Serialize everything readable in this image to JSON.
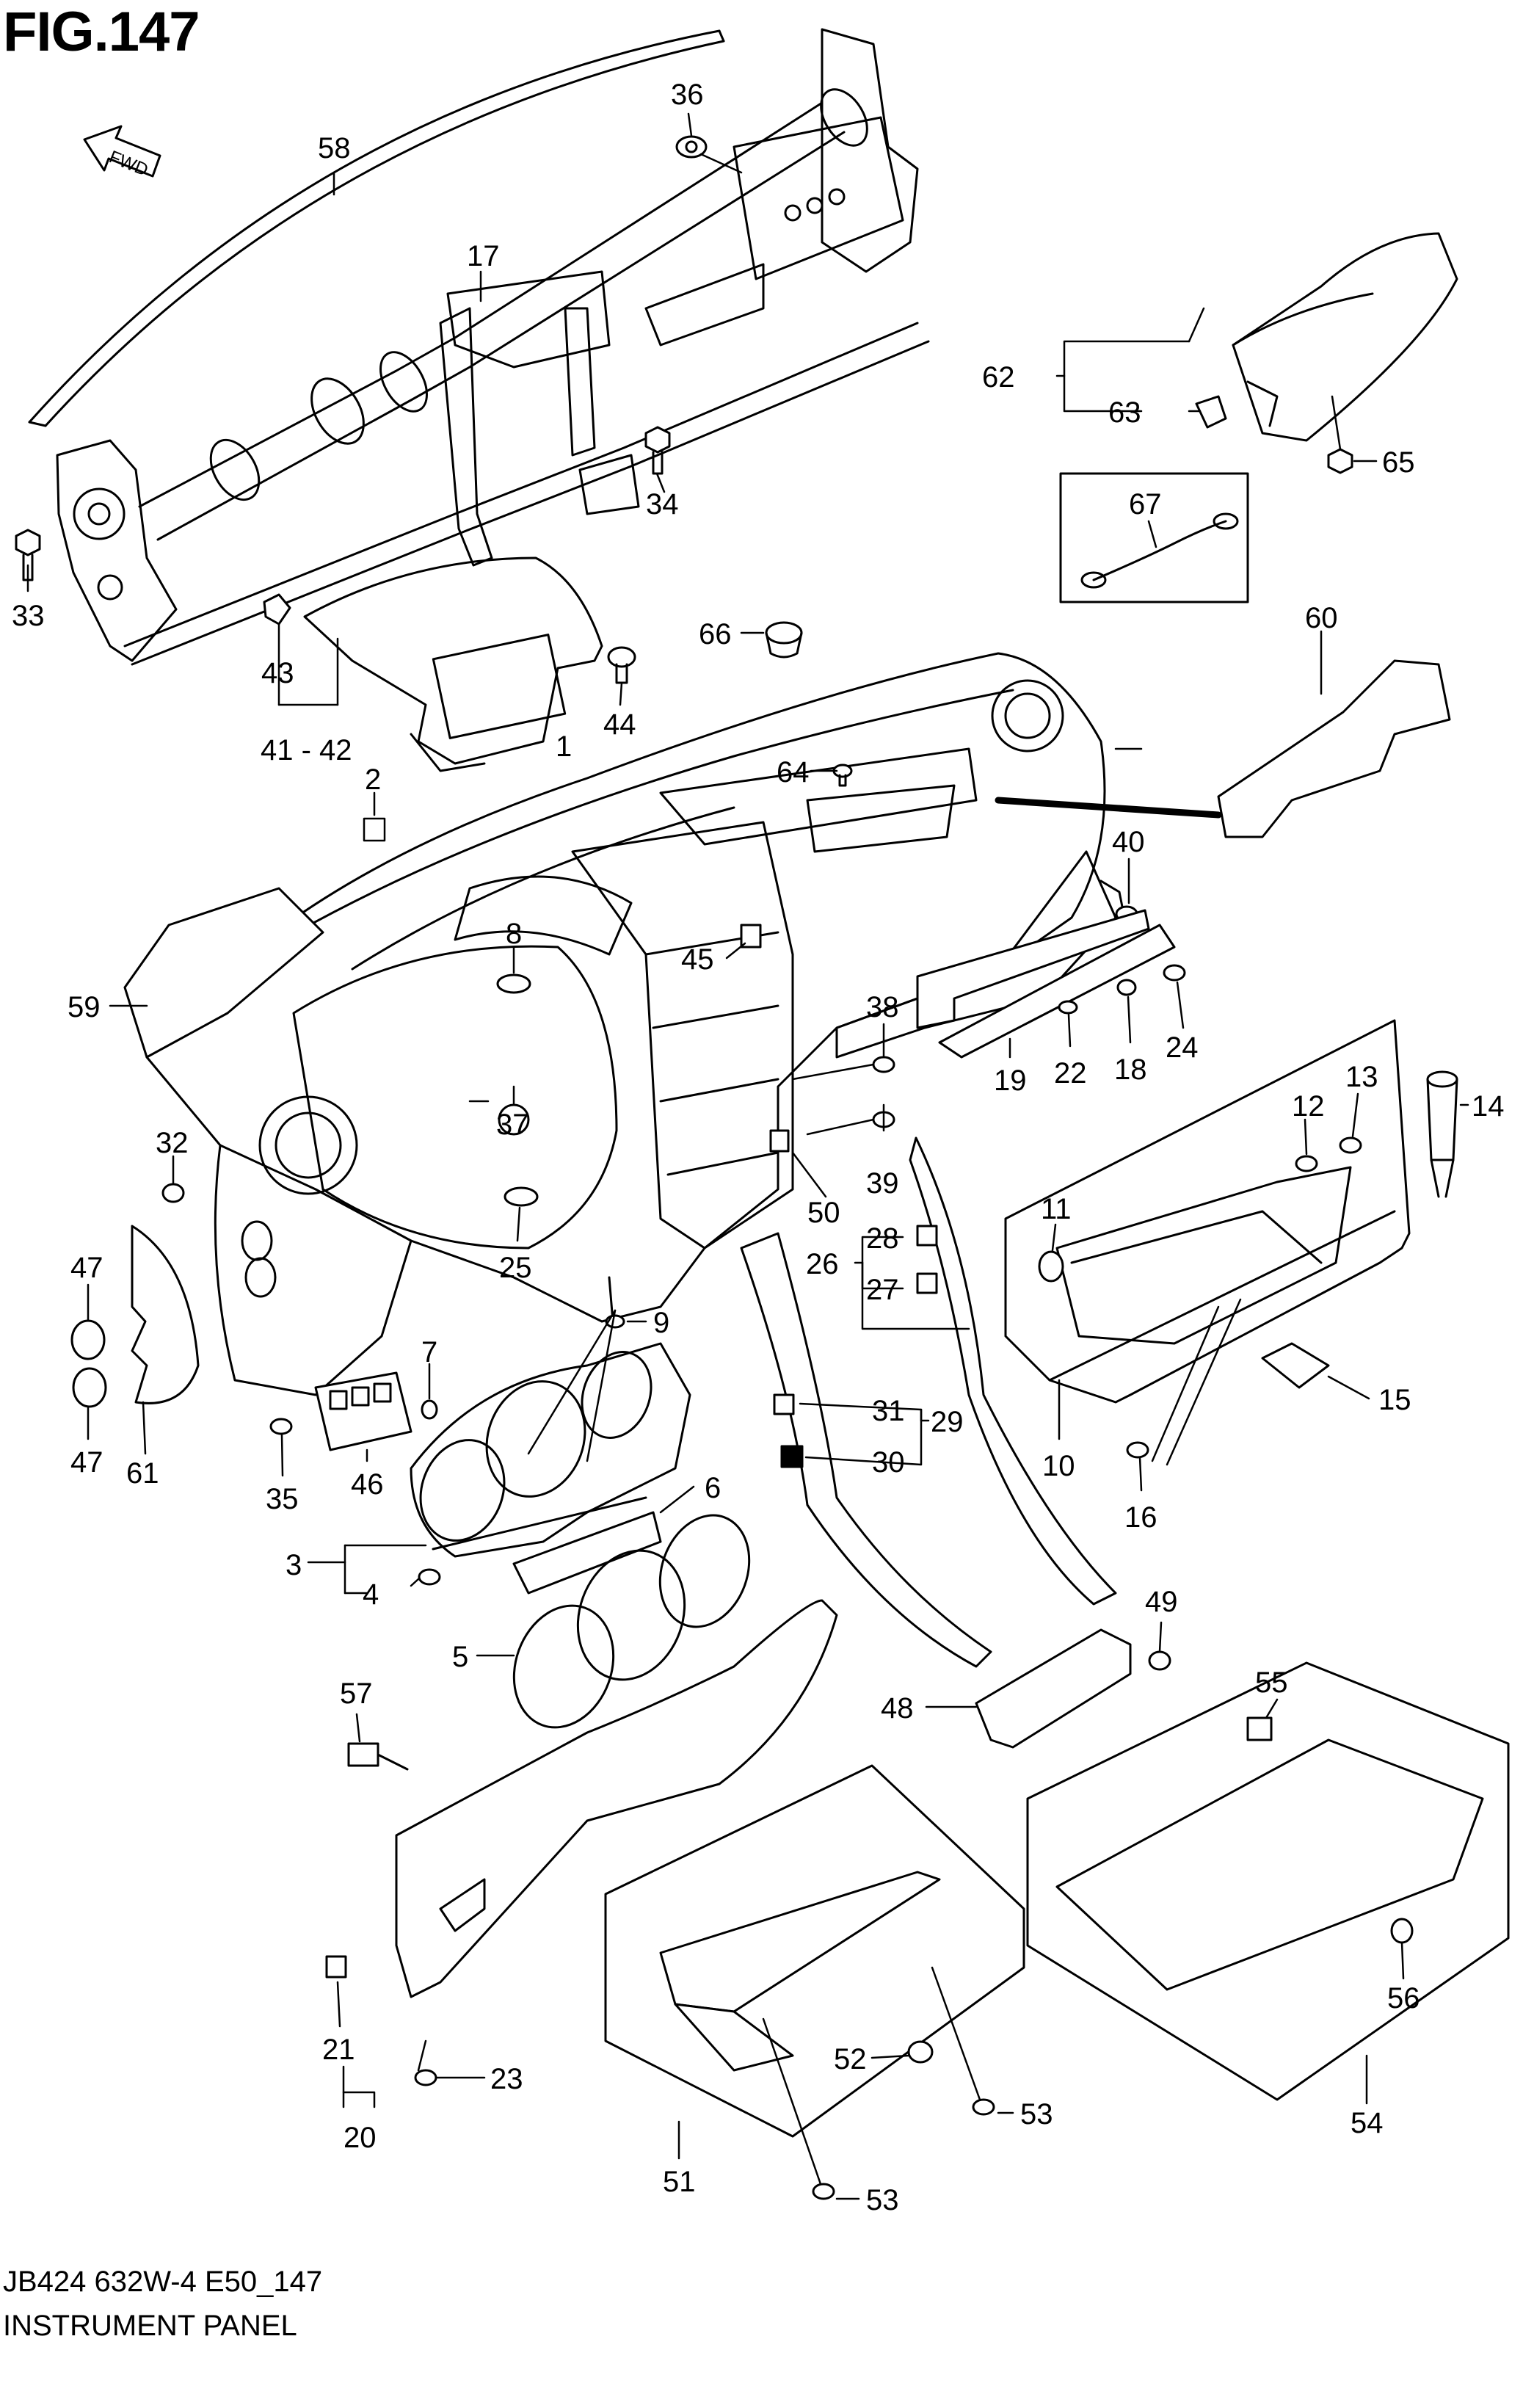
{
  "figure_title": "FIG.147",
  "footer_code": "JB424 632W-4 E50_147",
  "footer_name": "INSTRUMENT PANEL",
  "direction_arrow_text": "FWD",
  "callouts": [
    "1",
    "2",
    "3",
    "4",
    "5",
    "6",
    "7",
    "8",
    "9",
    "10",
    "11",
    "12",
    "13",
    "14",
    "15",
    "16",
    "17",
    "18",
    "19",
    "20",
    "21",
    "22",
    "23",
    "24",
    "25",
    "26",
    "27",
    "28",
    "29",
    "30",
    "31",
    "32",
    "33",
    "34",
    "35",
    "36",
    "37",
    "38",
    "39",
    "40",
    "41 - 42",
    "43",
    "44",
    "45",
    "46",
    "47",
    "47",
    "48",
    "49",
    "50",
    "51",
    "52",
    "53",
    "53",
    "54",
    "55",
    "56",
    "57",
    "58",
    "59",
    "60",
    "61",
    "62",
    "63",
    "64",
    "65",
    "66",
    "67"
  ]
}
